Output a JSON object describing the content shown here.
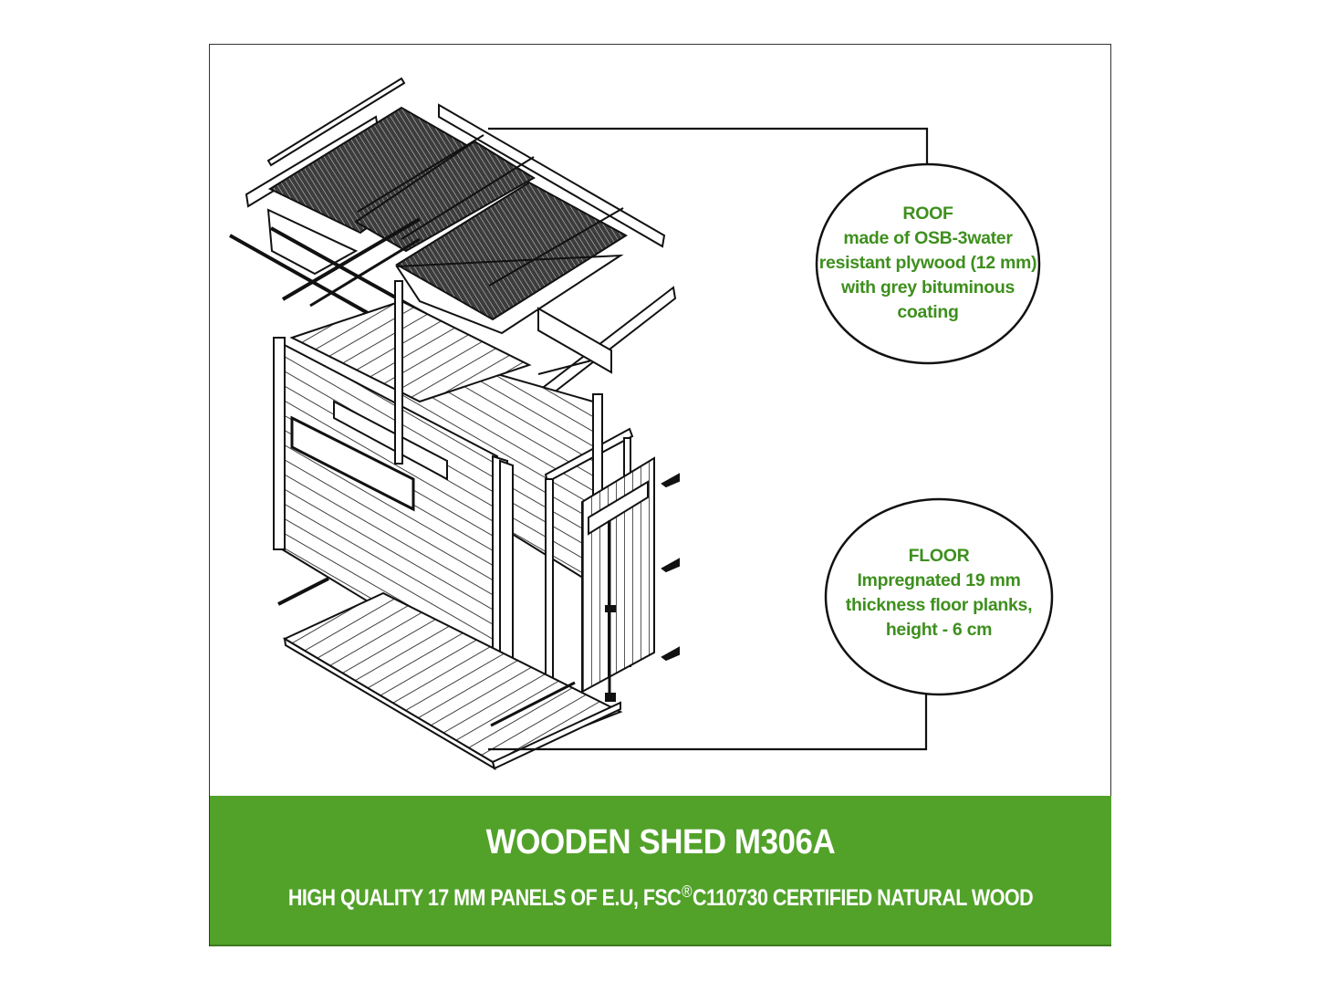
{
  "product": {
    "title": "WOODEN SHED M306A",
    "subtitle_pre": "HIGH QUALITY 17 MM PANELS OF E.U, FSC",
    "subtitle_mark": "®",
    "subtitle_post": "C110730 CERTIFIED NATURAL WOOD"
  },
  "callouts": {
    "roof": {
      "title": "ROOF",
      "lines": [
        "made of OSB-3water",
        "resistant plywood (12 mm)",
        "with grey bituminous",
        "coating"
      ]
    },
    "floor": {
      "title": "FLOOR",
      "lines": [
        "Impregnated 19 mm",
        "thickness floor planks,",
        "height - 6 cm"
      ]
    }
  },
  "colors": {
    "accent_green": "#52a22a",
    "callout_text_green": "#3e8f1e",
    "line_black": "#111111",
    "roof_shingle_dark": "#4a4a4a"
  }
}
